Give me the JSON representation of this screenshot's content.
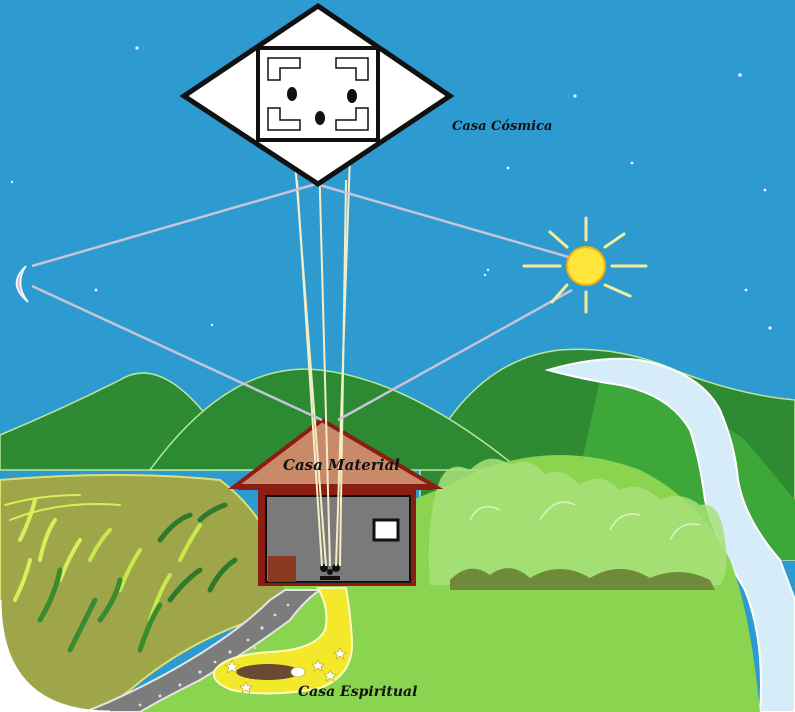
{
  "labels": {
    "cosmic_house": "Casa Cósmica",
    "material_house": "Casa Material",
    "spiritual_house": "Casa Espiritual"
  },
  "colors": {
    "sky": "#2e9bd0",
    "sun": "#ffe63c",
    "moon": "#c8c4e6",
    "dark_hills": "#2f8a34",
    "mid_hills": "#3ea73a",
    "light_meadow": "#8bd44f",
    "river": "#d6ecf8",
    "roof": "#c98a6a",
    "house_wall": "#7a7a7a",
    "path": "#7c7c7c",
    "spirit_path": "#f3e82a"
  },
  "icons": [
    "sun-icon",
    "moon-icon",
    "star-icon"
  ]
}
